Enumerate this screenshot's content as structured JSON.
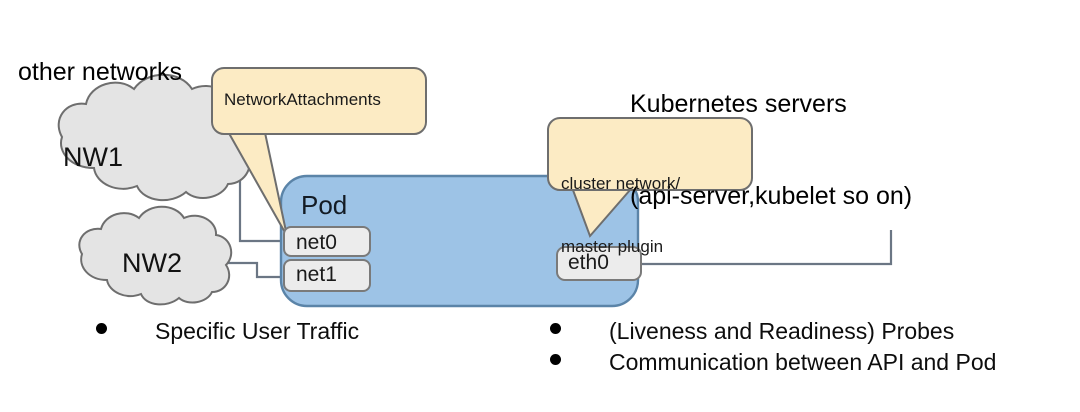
{
  "diagram": {
    "title_labels": {
      "other_networks": "other networks",
      "kubernetes_servers_line1": "Kubernetes servers",
      "kubernetes_servers_line2": "(api-server,kubelet so on)"
    },
    "clouds": [
      {
        "name": "NW1"
      },
      {
        "name": "NW2"
      }
    ],
    "pod": {
      "label": "Pod",
      "fill_color": "#9DC3E6",
      "stroke_color": "#5B84A8",
      "ports_left": [
        {
          "label": "net0"
        },
        {
          "label": "net1"
        }
      ],
      "ports_right": [
        {
          "label": "eth0"
        }
      ]
    },
    "callouts": [
      {
        "id": "network-attachments",
        "lines": [
          "NetworkAttachments"
        ],
        "fill_color": "#FCEBC4",
        "stroke_color": "#6E6E6E"
      },
      {
        "id": "cluster-network",
        "lines": [
          "cluster network/",
          "master plugin"
        ],
        "fill_color": "#FCEBC4",
        "stroke_color": "#6E6E6E"
      }
    ],
    "bullets_left": [
      "Specific User Traffic"
    ],
    "bullets_right": [
      "(Liveness and Readiness) Probes",
      "Communication between API and Pod"
    ],
    "colors": {
      "connector_line": "#6B7684",
      "port_box_fill": "#ECECEC",
      "port_box_stroke": "#7A7A7A",
      "cloud_fill": "#E2E2E2",
      "cloud_stroke": "#6E6E6E",
      "background": "#FFFFFF"
    }
  }
}
